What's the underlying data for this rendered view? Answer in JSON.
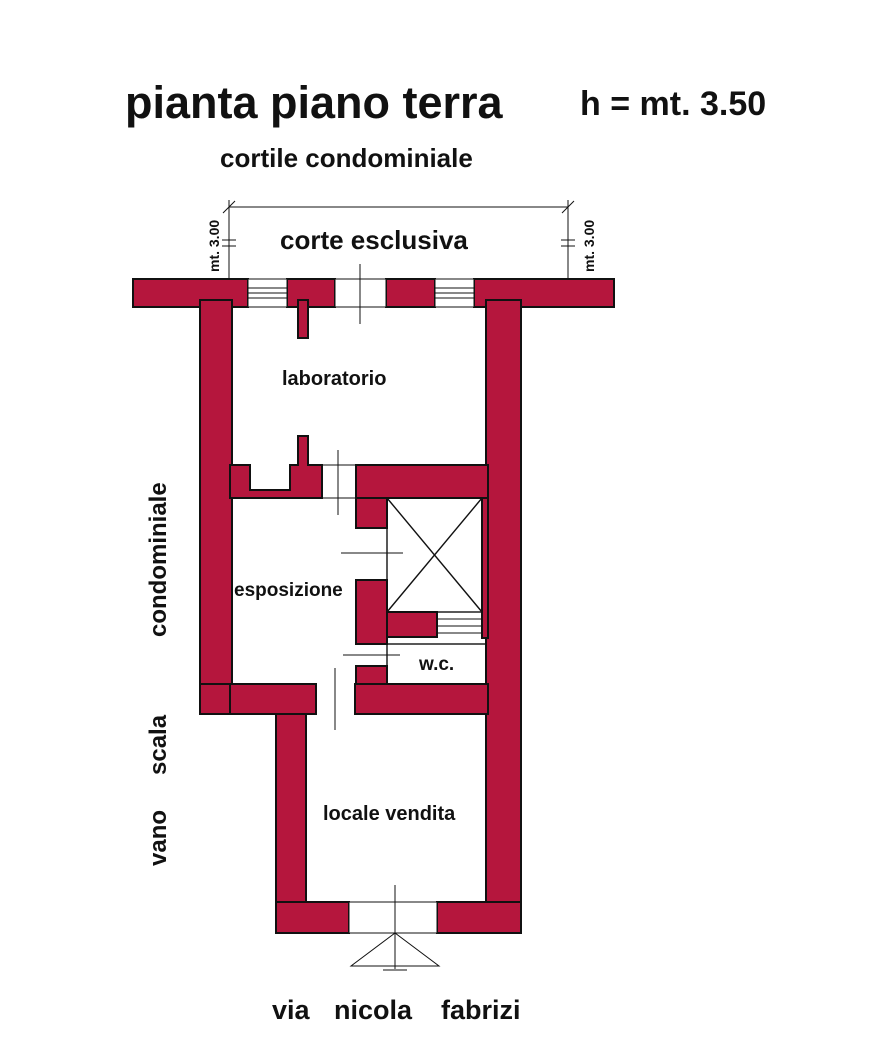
{
  "title": "pianta piano terra",
  "height_label": "h = mt. 3.50",
  "labels": {
    "courtyard": "cortile condominiale",
    "exclusive_court": "corte esclusiva",
    "dimension_left": "mt. 3.00",
    "dimension_right": "mt. 3.00",
    "stair_vano": "vano",
    "stair_scala": "scala",
    "stair_condominiale": "condominiale",
    "street_via": "via",
    "street_nicola": "nicola",
    "street_fabrizi": "fabrizi"
  },
  "rooms": {
    "laboratorio": "laboratorio",
    "esposizione": "esposizione",
    "wc": "w.c.",
    "locale_vendita": "locale vendita"
  },
  "colors": {
    "wall": "#b5163d",
    "line": "#111111",
    "background": "#ffffff"
  }
}
